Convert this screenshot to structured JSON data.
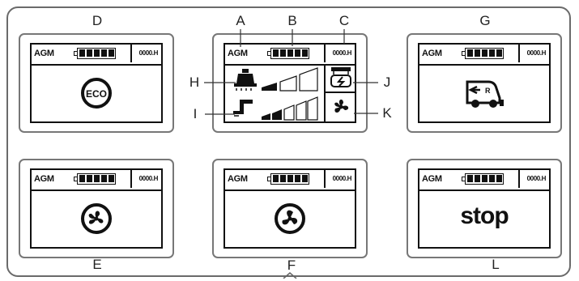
{
  "labels": {
    "A": "A",
    "B": "B",
    "C": "C",
    "D": "D",
    "E": "E",
    "F": "F",
    "G": "G",
    "H": "H",
    "I": "I",
    "J": "J",
    "K": "K",
    "L": "L"
  },
  "panels": {
    "d": {
      "battery": "AGM",
      "hours": "0000.H",
      "mode": "ECO"
    },
    "center": {
      "battery": "AGM",
      "hours": "0000.H"
    },
    "g": {
      "battery": "AGM",
      "hours": "0000.H"
    },
    "e": {
      "battery": "AGM",
      "hours": "0000.H"
    },
    "f": {
      "battery": "AGM",
      "hours": "0000.H"
    },
    "l": {
      "battery": "AGM",
      "hours": "0000.H",
      "status": "stop"
    }
  },
  "icons": {
    "d": "eco-icon",
    "center_h": "brush-deck-icon",
    "center_i": "squeegee-icon",
    "center_j": "battery-charge-icon",
    "center_k": "fan-icon",
    "g": "reverse-vehicle-icon",
    "e": "fan-circle-icon",
    "f": "fan-circle-icon"
  }
}
